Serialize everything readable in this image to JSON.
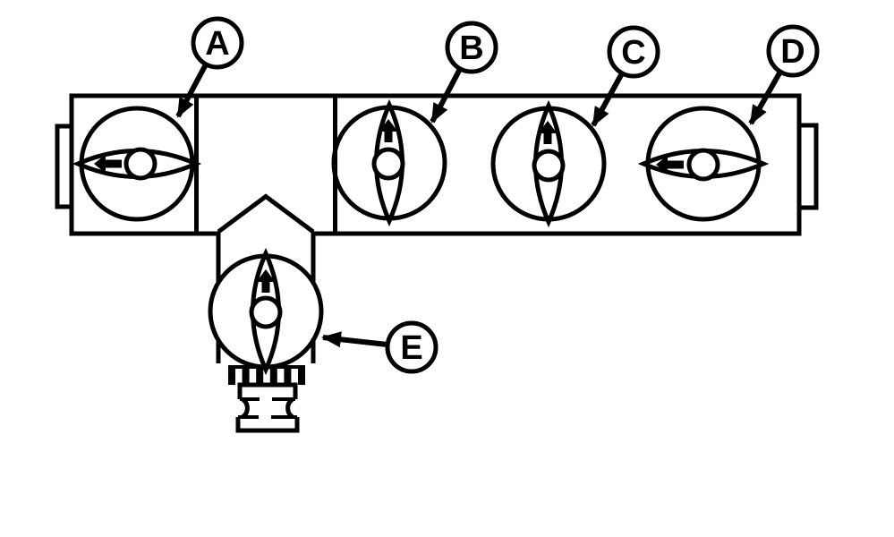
{
  "diagram": {
    "colors": {
      "background": "#ffffff",
      "line": "#000000"
    },
    "callouts": [
      {
        "label": "A"
      },
      {
        "label": "B"
      },
      {
        "label": "C"
      },
      {
        "label": "D"
      },
      {
        "label": "E"
      }
    ],
    "valves": [
      {
        "id": "A",
        "position": "inline-left",
        "handle": "horizontal",
        "flow_arrow": "left"
      },
      {
        "id": "B",
        "position": "inline-center",
        "handle": "vertical",
        "flow_arrow": "up"
      },
      {
        "id": "C",
        "position": "inline-center",
        "handle": "vertical",
        "flow_arrow": "up"
      },
      {
        "id": "D",
        "position": "inline-right",
        "handle": "horizontal",
        "flow_arrow": "left"
      },
      {
        "id": "E",
        "position": "branch-bottom",
        "handle": "vertical",
        "flow_arrow": "up"
      }
    ]
  }
}
